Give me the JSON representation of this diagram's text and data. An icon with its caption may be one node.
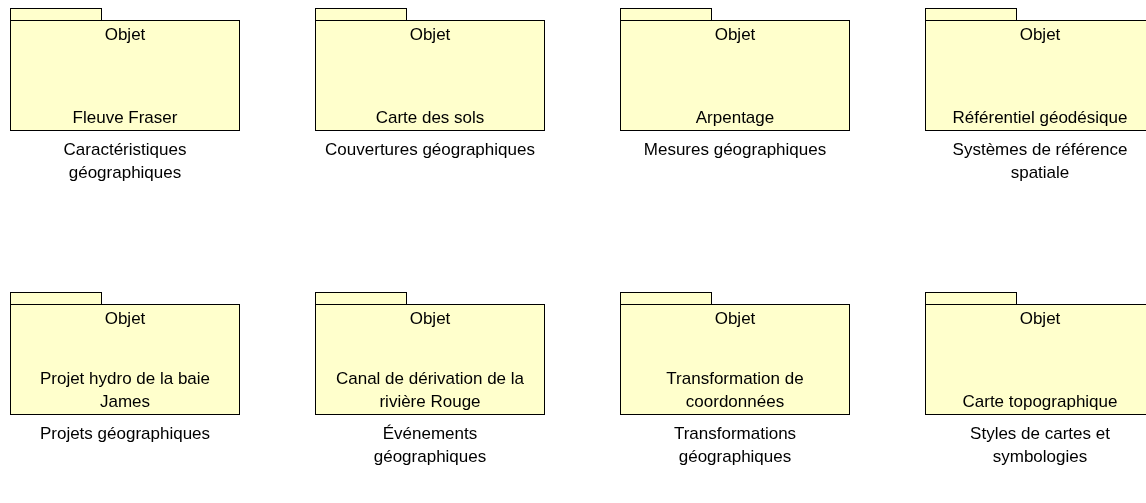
{
  "diagram": {
    "nodes": [
      {
        "text": [
          "Objet",
          "Fleuve Fraser"
        ],
        "beside": [
          "Caractéristiques géographiques"
        ]
      },
      {
        "text": [
          "Objet",
          "Carte des sols"
        ],
        "beside": [
          "Couvertures géographiques"
        ]
      },
      {
        "text": [
          "Objet",
          "Arpentage"
        ],
        "beside": [
          "Mesures géographiques"
        ]
      },
      {
        "text": [
          "Objet",
          "Référentiel géodésique"
        ],
        "beside": [
          "Systèmes de référence spatiale"
        ]
      },
      {
        "text": [
          "Objet",
          "Projet hydro de la baie James"
        ],
        "beside": [
          "Projets géographiques"
        ]
      },
      {
        "text": [
          "Objet",
          "Canal de dérivation de la rivière Rouge"
        ],
        "beside": [
          "Événements géographiques"
        ]
      },
      {
        "text": [
          "Objet",
          "Transformation de coordonnées"
        ],
        "beside": [
          "Transformations géographiques"
        ]
      },
      {
        "text": [
          "Objet",
          "Carte topographique"
        ],
        "beside": [
          "Styles de cartes et symbologies"
        ]
      }
    ]
  }
}
